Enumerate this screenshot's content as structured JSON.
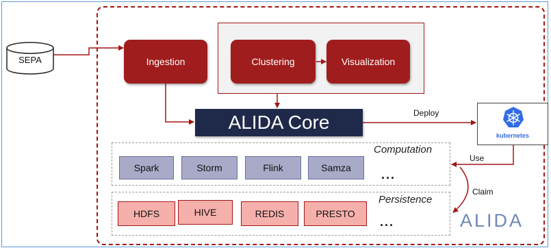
{
  "source": {
    "label": "SEPA"
  },
  "ingestion": {
    "label": "Ingestion"
  },
  "analytics": {
    "clustering_label": "Clustering",
    "visualization_label": "Visualization"
  },
  "core": {
    "label": "ALIDA Core"
  },
  "kubernetes": {
    "label": "kubernetes"
  },
  "edges": {
    "deploy": "Deploy",
    "use": "Use",
    "claim": "Claim"
  },
  "computation": {
    "title": "Computation",
    "items": [
      "Spark",
      "Storm",
      "Flink",
      "Samza"
    ],
    "more": "..."
  },
  "persistence": {
    "title": "Persistence",
    "items": [
      "HDFS",
      "HIVE",
      "REDIS",
      "PRESTO"
    ],
    "more": "..."
  },
  "logo": {
    "text": "ALIDA"
  },
  "colors": {
    "node_red": "#a01d1d",
    "core_navy": "#1f2a4a",
    "computation_fill": "#a9aac8",
    "persistence_fill": "#f6b0ac",
    "kubernetes_blue": "#326ce5"
  }
}
